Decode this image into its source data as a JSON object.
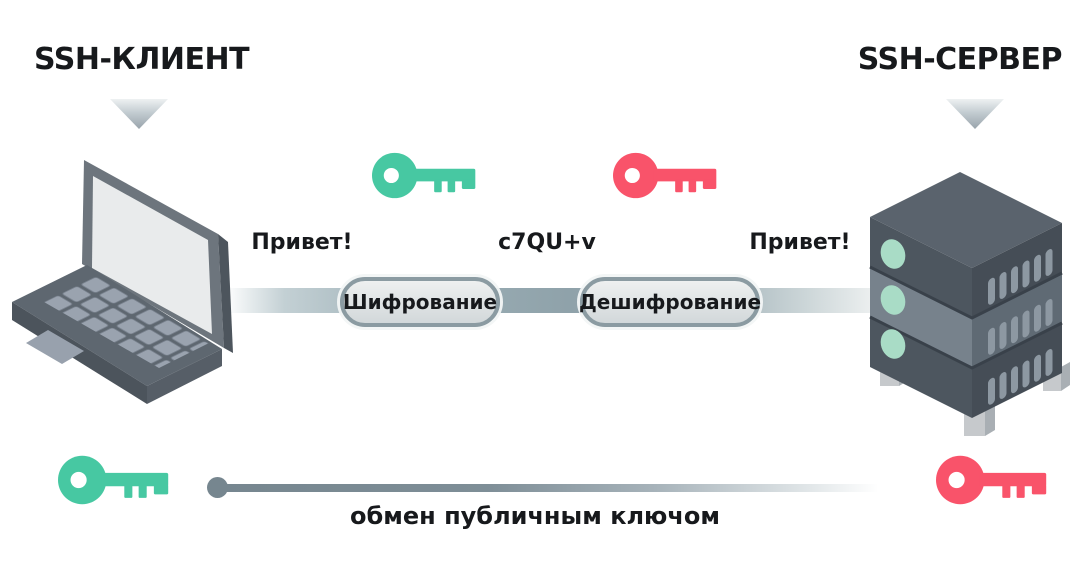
{
  "diagram": {
    "client": {
      "title": "SSH-КЛИЕНТ"
    },
    "server": {
      "title": "SSH-СЕРВЕР"
    },
    "top_flow": {
      "message_from_client": "Привет!",
      "message_encrypted": "c7QU+v",
      "message_to_server": "Привет!",
      "encrypt_step": "Шифрование",
      "decrypt_step": "Дешифрование"
    },
    "bottom_flow": {
      "label": "обмен публичным ключом"
    }
  },
  "colors": {
    "session_key_green": "#47c8a2",
    "session_key_red": "#f9536a",
    "pipe_slate": "#8fa2aa",
    "pill_fill": "#d9dedf",
    "pill_border": "#8b9ba2",
    "indicator_mint": "#a9dcc6",
    "line_slate": "#76868f",
    "text_dark": "#17191c"
  },
  "icons": {
    "client_pointer": "triangle-down-icon",
    "server_pointer": "triangle-down-icon",
    "key_top_left": "key-icon",
    "key_top_right": "key-icon",
    "key_bottom_left": "key-icon",
    "key_bottom_right": "key-icon",
    "client_device": "laptop-illustration",
    "server_device": "server-rack-illustration"
  }
}
